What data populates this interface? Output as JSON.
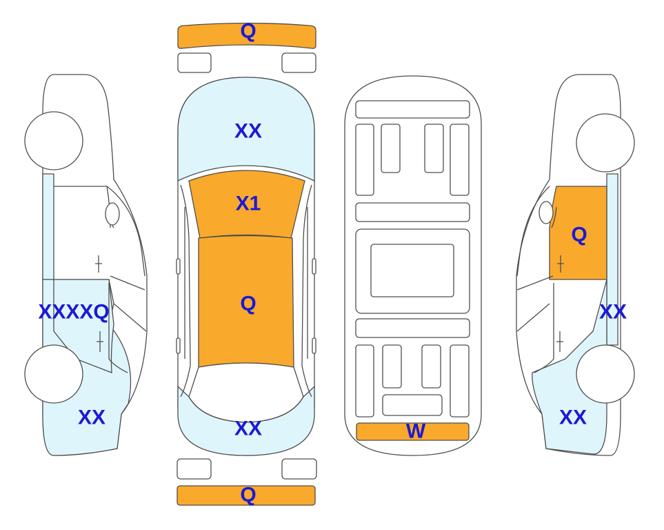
{
  "colors": {
    "damage_orange": "#f9a92c",
    "light_blue": "#dff5fc",
    "label_blue": "#1a1ad4",
    "outline": "#4d4d4d"
  },
  "labels": {
    "front_bumper": "Q",
    "rear_bumper": "Q",
    "hood": "XX",
    "windshield": "X1",
    "roof": "Q",
    "trunk": "XX",
    "underbody_rear": "W",
    "left_side_row": "XXXXQ",
    "left_rear_quarter": "XX",
    "right_front_door": "Q",
    "right_side_mid": "XX",
    "right_rear_quarter": "XX"
  }
}
